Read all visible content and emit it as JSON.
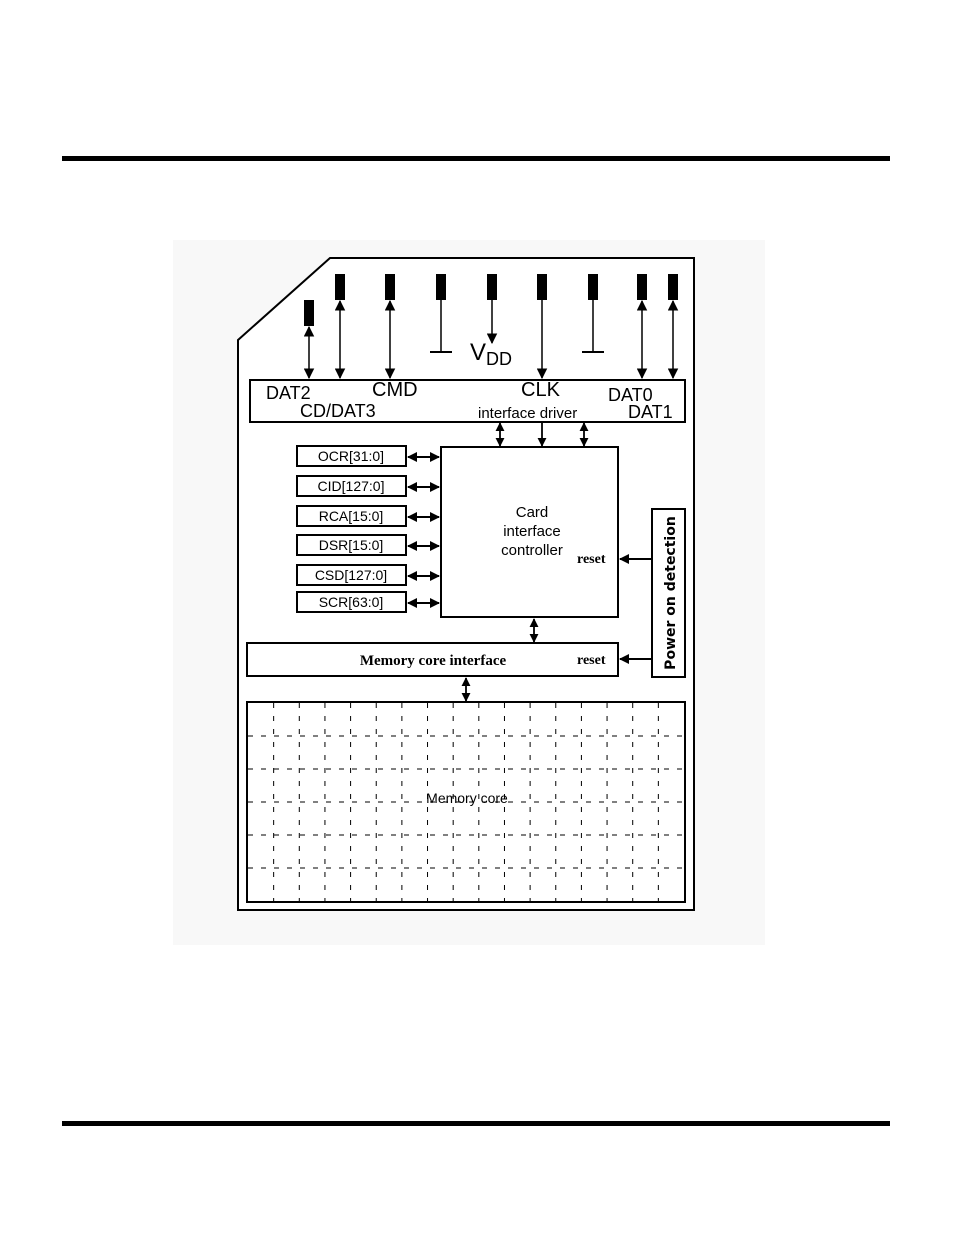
{
  "pins": {
    "dat2": "DAT2",
    "cd_dat3": "CD/DAT3",
    "cmd": "CMD",
    "vdd_main": "V",
    "vdd_sub": "DD",
    "clk": "CLK",
    "dat0": "DAT0",
    "dat1": "DAT1"
  },
  "interface_driver": "interface driver",
  "registers": [
    "OCR[31:0]",
    "CID[127:0]",
    "RCA[15:0]",
    "DSR[15:0]",
    "CSD[127:0]",
    "SCR[63:0]"
  ],
  "controller": {
    "line1": "Card",
    "line2": "interface",
    "line3": "controller"
  },
  "reset_label": "reset",
  "memory_interface": "Memory core interface",
  "power_detection": "Power on detection",
  "memory_core": "Memory core"
}
